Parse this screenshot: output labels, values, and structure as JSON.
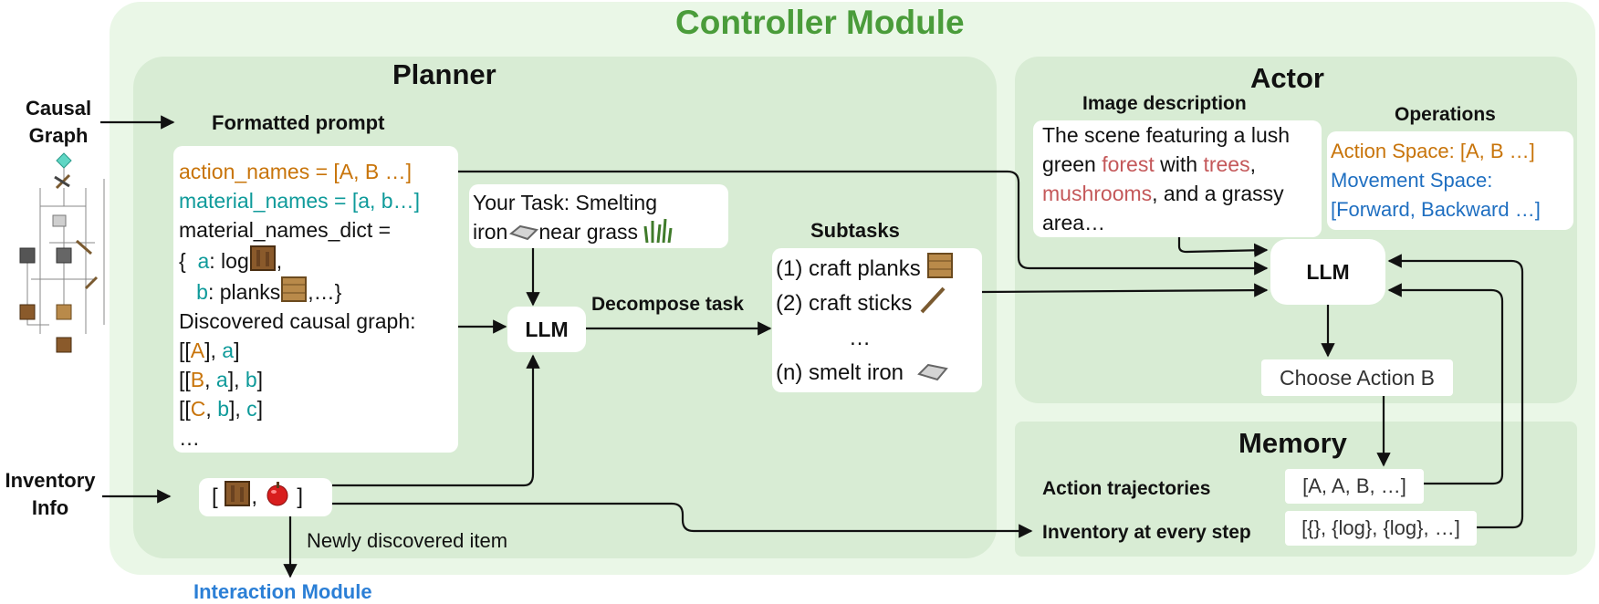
{
  "controller": {
    "title": "Controller Module",
    "color": "#4a9c3a"
  },
  "inputs": {
    "causal_graph": [
      "Causal",
      "Graph"
    ],
    "inventory_info": [
      "Inventory",
      "Info"
    ]
  },
  "planner": {
    "title": "Planner",
    "prompt_heading": "Formatted prompt",
    "prompt": {
      "action_names": "action_names = [A, B …]",
      "material_names": "material_names = [a, b…]",
      "dict_label": "material_names_dict =",
      "dict_a_open": "{",
      "dict_a_key": "a",
      "dict_a_val": ": log",
      "dict_a_comma": ",",
      "dict_b_key": "b",
      "dict_b_val": ": planks",
      "dict_b_rest": ",…}",
      "graph_label": "Discovered causal graph:",
      "row1": {
        "open": "[[",
        "A": "A",
        "mid": "], ",
        "a": "a",
        "close": "]"
      },
      "row2": {
        "open": "[[",
        "B": "B",
        "sep": ", ",
        "a": "a",
        "mid": "], ",
        "b": "b",
        "close": "]"
      },
      "row3": {
        "open": "[[",
        "C": "C",
        "sep": ", ",
        "b": "b",
        "mid": "], ",
        "c": "c",
        "close": "]"
      },
      "ellipsis": "…"
    },
    "task": {
      "line1": "Your Task:  Smelting",
      "line2_a": "iron",
      "line2_b": "near grass"
    },
    "llm": "LLM",
    "decompose": "Decompose task",
    "subtasks_heading": "Subtasks",
    "subtasks": [
      "(1) craft planks",
      "(2) craft sticks",
      "…",
      "(n) smelt iron"
    ],
    "inventory_open": "[",
    "inventory_sep": ",",
    "inventory_close": "]",
    "newly_discovered": "Newly discovered item",
    "interaction_module": "Interaction Module"
  },
  "actor": {
    "title": "Actor",
    "image_desc_heading": "Image description",
    "image_desc": {
      "l1": "The scene featuring a lush",
      "l2a": "green ",
      "l2b": "forest",
      "l2c": " with ",
      "l2d": "trees",
      "l2e": ",",
      "l3a": "mushrooms",
      "l3b": ", and a grassy",
      "l4": "area…"
    },
    "operations_heading": "Operations",
    "action_space": "Action Space: [A, B …]",
    "movement_space": "Movement Space:",
    "movement_values": "[Forward, Backward …]",
    "llm": "LLM",
    "choose_action": "Choose Action B"
  },
  "memory": {
    "title": "Memory",
    "action_traj_label": "Action trajectories",
    "action_traj_value": "[A, A, B, …]",
    "inventory_label": "Inventory at every step",
    "inventory_value": "[{}, {log}, {log}, …]"
  },
  "colors": {
    "outer_panel": "#eaf7e7",
    "inner_panel": "#d8ecd4",
    "orange": "#c8740a",
    "teal": "#0e9a9a",
    "red": "#c4585a",
    "blue": "#1f6fc1"
  },
  "icons": [
    "diamond-icon",
    "log-icon",
    "planks-icon",
    "stick-icon",
    "iron-ingot-icon",
    "grass-icon",
    "apple-icon",
    "pickaxe-icon",
    "furnace-icon"
  ]
}
